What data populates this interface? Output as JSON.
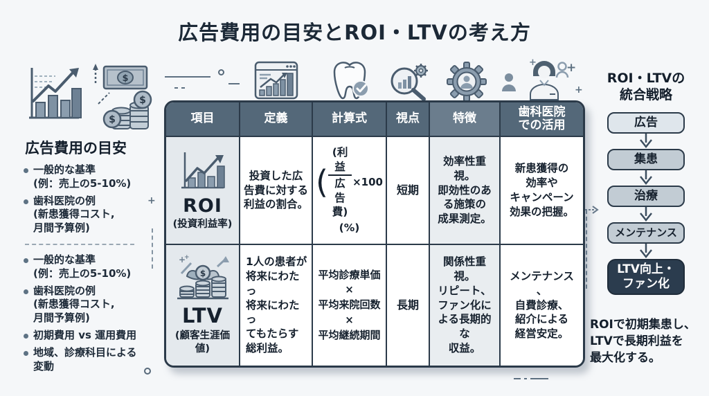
{
  "title": "広告費用の目安とROI・LTVの考え方",
  "left_panel": {
    "heading": "広告費用の目安",
    "bullets_top": [
      "一般的な基準\n(例：売上の5-10%)",
      "歯科医院の例\n(新患獲得コスト,\n月間予算例)"
    ],
    "bullets_bottom": [
      "一般的な基準\n(例：売上の5-10%)",
      "歯科医院の例\n(新患獲得コスト,\n月間予算例)",
      "初期費用 vs 運用費用",
      "地域、診療科目による\n変動"
    ]
  },
  "table": {
    "headers": [
      "項目",
      "定義",
      "計算式",
      "視点",
      "特徴",
      "歯科医院\nでの活用"
    ],
    "roi": {
      "label": "ROI",
      "sublabel": "(投資利益率)",
      "definition": "投資した広\n告費に対する\n利益の割合。",
      "formula": {
        "open_paren": "(",
        "numerator": "(利益",
        "denominator": "広告費)",
        "multiplier": "×100",
        "unit": "(%)"
      },
      "viewpoint": "短期",
      "features": "効率性重視。\n即効性のあ\nる施策の\n成果測定。",
      "usage": "新患獲得の\n効率や\nキャンペーン\n効果の把握。"
    },
    "ltv": {
      "label": "LTV",
      "sublabel": "(顧客生涯価値)",
      "definition": "1人の患者が\n将来にわたっ\n将来にわたっ\nてもたらす\n総利益。",
      "formula_lines": [
        "平均診療単価",
        "×",
        "平均来院回数",
        "×",
        "平均継続期間"
      ],
      "viewpoint": "長期",
      "features": "関係性重視。\nリピート、\nファン化に\nよる長期的な\n収益。",
      "usage": "メンテナンス\n、\n自費診療、\n紹介による\n経営安定。"
    }
  },
  "right_panel": {
    "heading": "ROI・LTVの\n統合戦略",
    "flow": [
      "広告",
      "集患",
      "治療",
      "メンテナンス",
      "LTV向上・\nファン化"
    ],
    "summary": "ROIで初期集患し、\nLTVで長期利益を\n最大化する。"
  },
  "icons": {
    "left": [
      "bar-chart-growth-icon",
      "money-bill-coins-icon"
    ],
    "strip": [
      "dashboard-chart-icon",
      "tooth-check-icon",
      "search-analytics-gear-icon",
      "gear-person-icon",
      "dental-team-icon"
    ],
    "roi_cell": "roi-growth-chart-icon",
    "ltv_cell": "ltv-coins-plant-icon"
  },
  "colors": {
    "background": "#f5f7f9",
    "text": "#1b2735",
    "table_border": "#2b3a49",
    "header_bg": "#546879",
    "header_bg_light": "#6b7d8d",
    "item_col_bg": "#e4e9ed",
    "feature_col_bg": "#e9edf0",
    "flow_light": "#dfe6ec",
    "flow_mid": "#c2ccd4",
    "flow_dark": "#2b3c4e",
    "icon_slate": "#4a5c6e"
  }
}
